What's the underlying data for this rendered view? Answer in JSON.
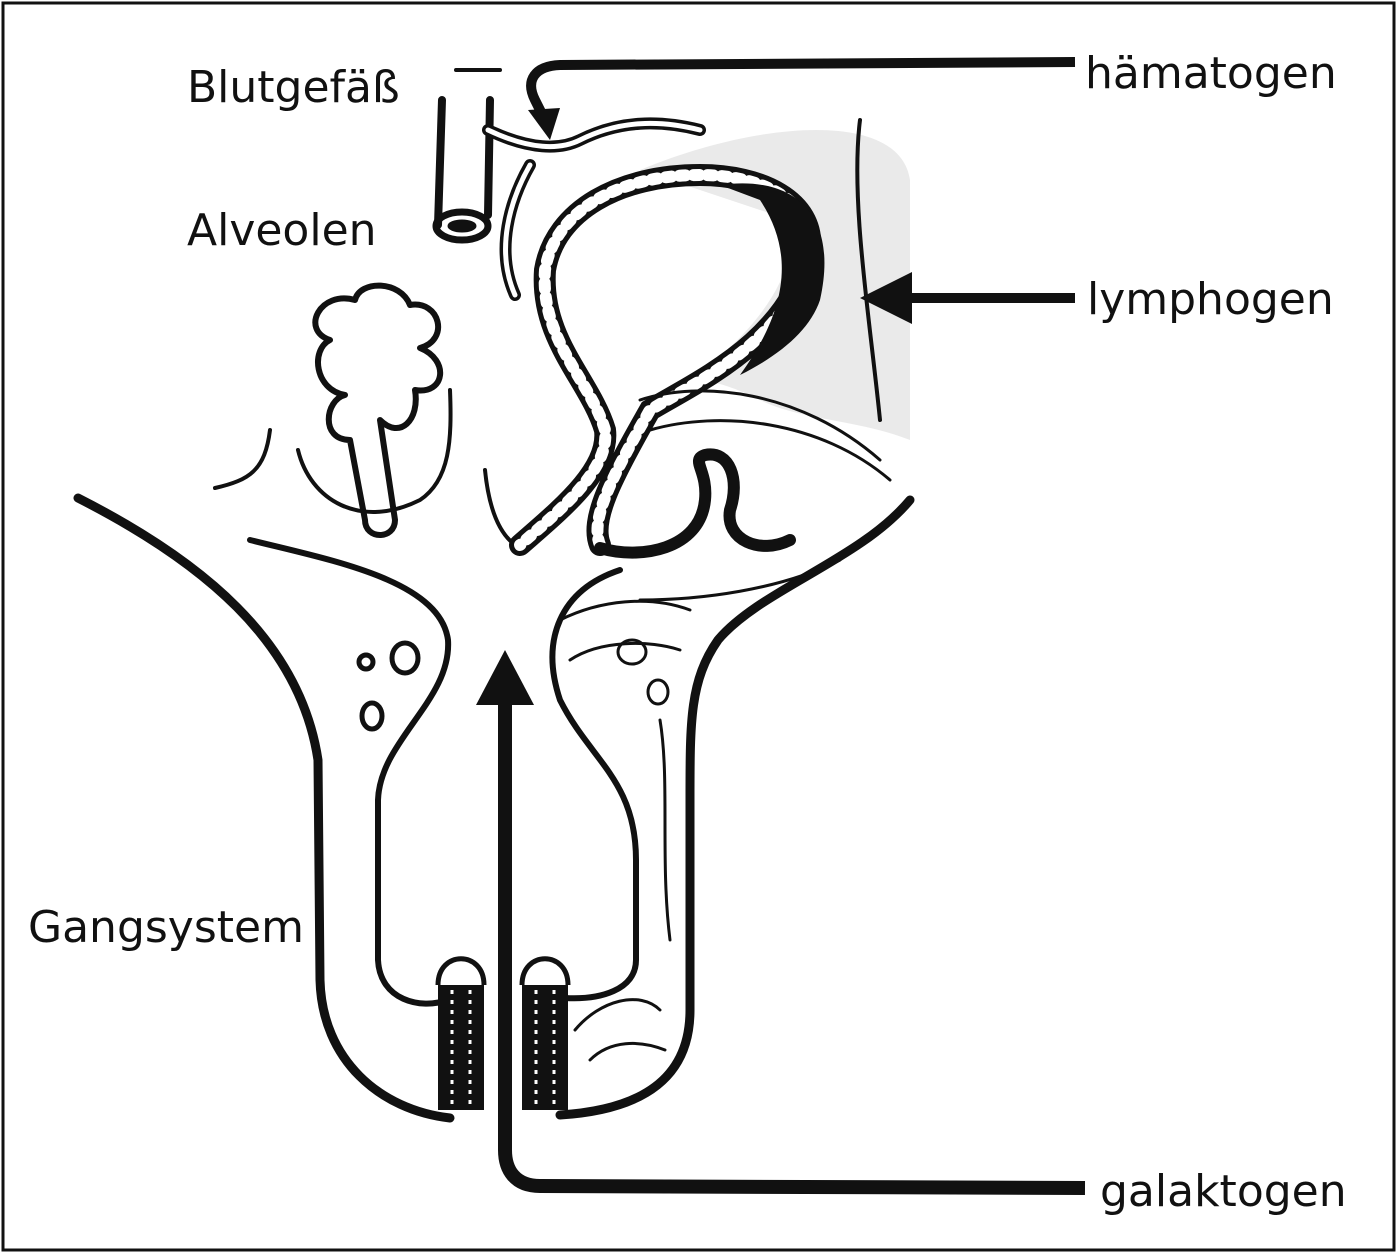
{
  "diagram": {
    "labels": {
      "blutgefaess": "Blutgefäß",
      "alveolen": "Alveolen",
      "gangsystem": "Gangsystem",
      "haematogen": "hämatogen",
      "lymphogen": "lymphogen",
      "galaktogen": "galaktogen"
    },
    "colors": {
      "ink": "#111111",
      "background": "#ffffff"
    }
  }
}
